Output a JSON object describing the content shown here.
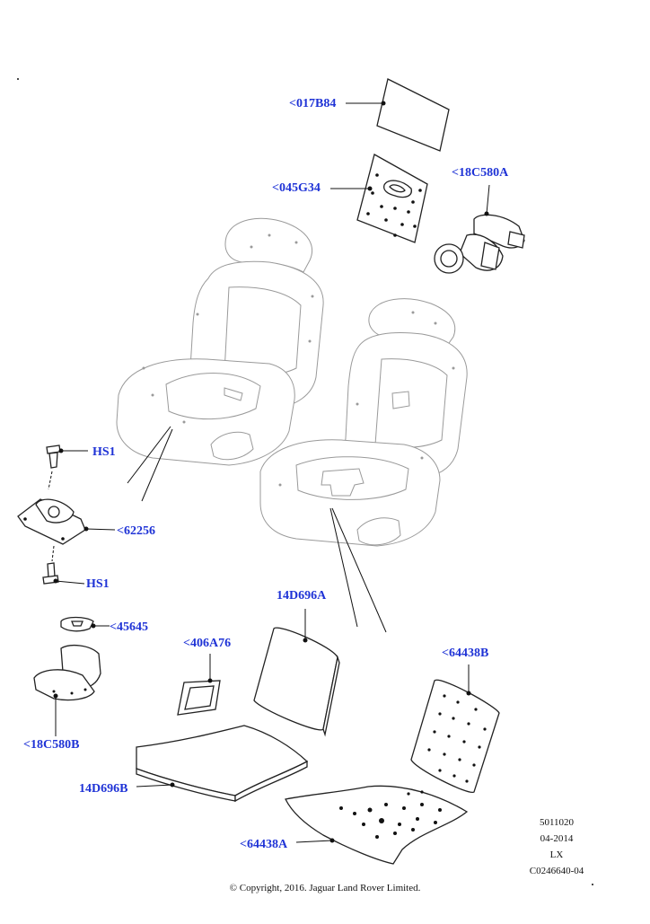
{
  "labels": {
    "l017B84": "<017B84",
    "l045G34": "<045G34",
    "l18C580A": "<18C580A",
    "lHS1_top": "HS1",
    "l62256": "<62256",
    "lHS1_bottom": "HS1",
    "l45645": "<45645",
    "l18C580B": "<18C580B",
    "l406A76": "<406A76",
    "l14D696A": "14D696A",
    "l64438B": "<64438B",
    "l14D696B": "14D696B",
    "l64438A": "<64438A"
  },
  "meta": {
    "code1": "5011020",
    "date": "04-2014",
    "model": "LX",
    "ref": "C0246640-04"
  },
  "copyright": "© Copyright, 2016. Jaguar Land Rover Limited.",
  "colors": {
    "label": "#1f33d6",
    "line": "#111111",
    "ghost": "#9a9a9a"
  }
}
